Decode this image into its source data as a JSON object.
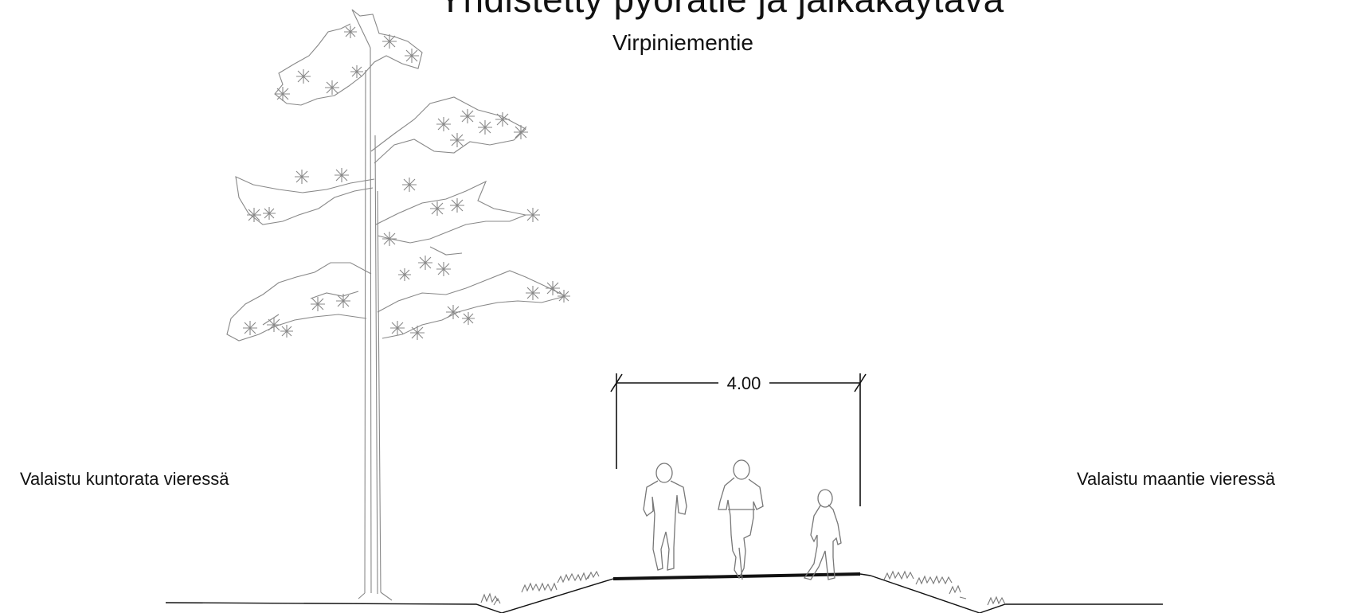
{
  "title": "Yhdistetty pyörätie ja jalkakäytävä",
  "subtitle": "Virpiniementie",
  "labels": {
    "left": "Valaistu kuntorata vieressä",
    "right": "Valaistu maantie vieressä"
  },
  "dimension": {
    "value": "4.00"
  }
}
